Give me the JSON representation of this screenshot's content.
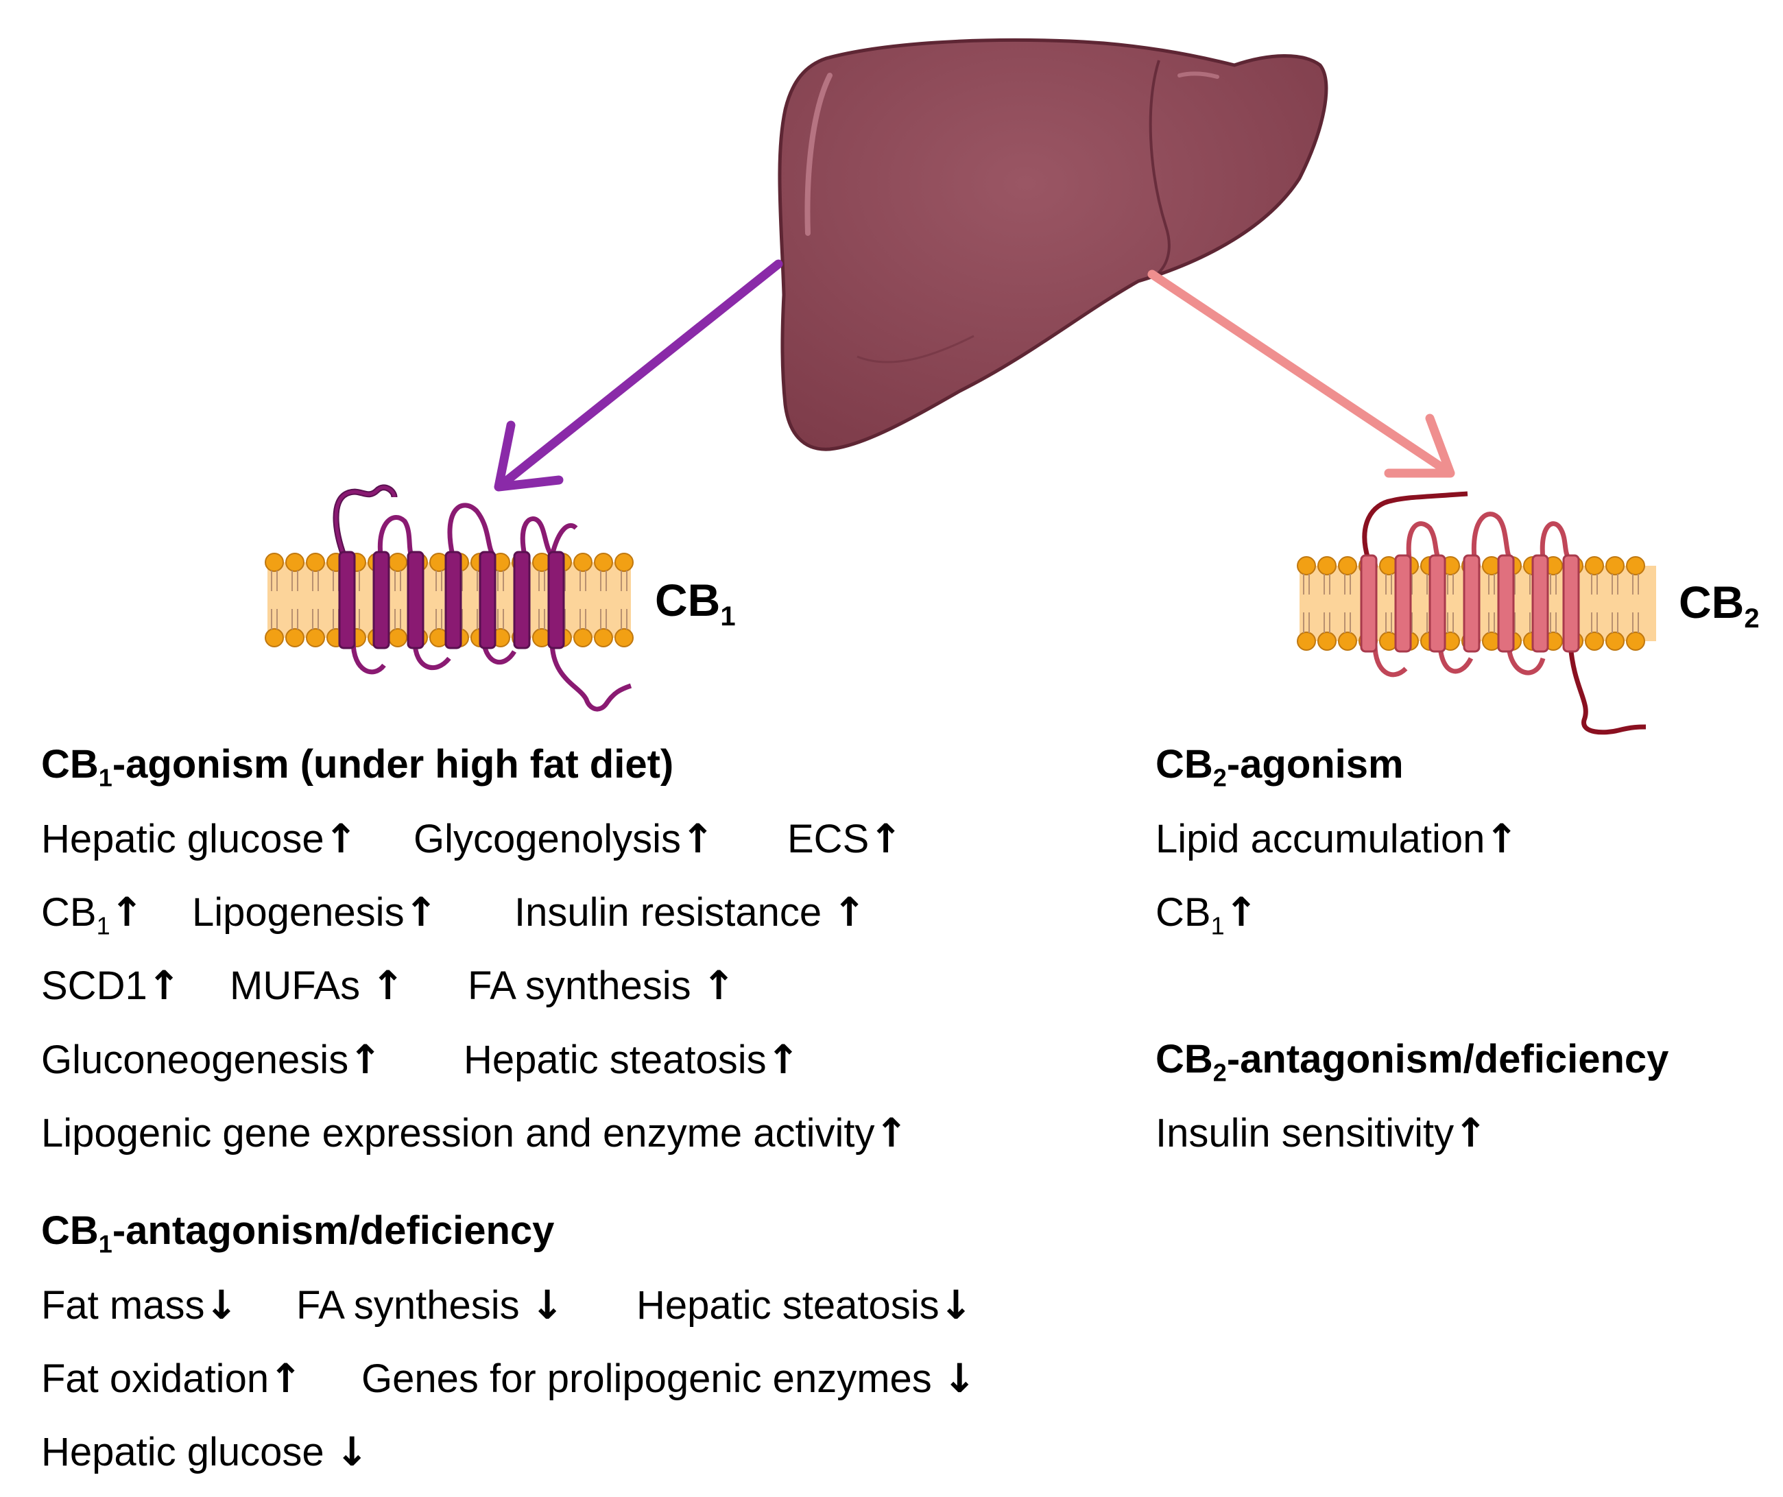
{
  "colors": {
    "liver": "#8e4a58",
    "liver_highlight": "#b06a78",
    "cb1_arrow": "#8a2aa8",
    "cb2_arrow": "#ef8f8f",
    "cb1_receptor": "#8a1a72",
    "cb2_receptor": "#e0707e",
    "membrane_fill": "#fcd49a",
    "membrane_head": "#f2a014"
  },
  "icons": [
    "liver-icon",
    "cb1-receptor-icon",
    "cb2-receptor-icon",
    "up-arrow-icon",
    "down-arrow-icon"
  ],
  "cb1": {
    "name": "CB",
    "sub": "1",
    "agonism": {
      "heading": {
        "pre": "CB",
        "sub": "1",
        "post": "-agonism (under high fat diet)"
      },
      "items": [
        {
          "pre": "Hepatic glucose",
          "dir": "up"
        },
        {
          "pre": "Glycogenolysis",
          "dir": "up"
        },
        {
          "pre": "ECS",
          "dir": "up"
        },
        {
          "pre": "CB",
          "sub": "1",
          "dir": "up"
        },
        {
          "pre": "Lipogenesis",
          "dir": "up"
        },
        {
          "pre": "Insulin resistance ",
          "dir": "up"
        },
        {
          "pre": "SCD1",
          "dir": "up"
        },
        {
          "pre": "MUFAs ",
          "dir": "up"
        },
        {
          "pre": "FA synthesis ",
          "dir": "up"
        },
        {
          "pre": "Gluconeogenesis",
          "dir": "up"
        },
        {
          "pre": "Hepatic steatosis",
          "dir": "up"
        },
        {
          "pre": "Lipogenic gene expression and enzyme activity",
          "dir": "up"
        }
      ]
    },
    "antagonism": {
      "heading": {
        "pre": "CB",
        "sub": "1",
        "post": "-antagonism/deficiency"
      },
      "items": [
        {
          "pre": "Fat mass",
          "dir": "down"
        },
        {
          "pre": "FA synthesis ",
          "dir": "down"
        },
        {
          "pre": "Hepatic steatosis",
          "dir": "down"
        },
        {
          "pre": "Fat oxidation",
          "dir": "up"
        },
        {
          "pre": "Genes for prolipogenic enzymes ",
          "dir": "down"
        },
        {
          "pre": "Hepatic glucose ",
          "dir": "down"
        }
      ]
    }
  },
  "cb2": {
    "name": "CB",
    "sub": "2",
    "agonism": {
      "heading": {
        "pre": "CB",
        "sub": "2",
        "post": "-agonism"
      },
      "items": [
        {
          "pre": "Lipid accumulation",
          "dir": "up"
        },
        {
          "pre": "CB",
          "sub": "1",
          "dir": "up"
        }
      ]
    },
    "antagonism": {
      "heading": {
        "pre": "CB",
        "sub": "2",
        "post": "-antagonism/deficiency"
      },
      "items": [
        {
          "pre": "Insulin sensitivity",
          "dir": "up"
        }
      ]
    }
  }
}
